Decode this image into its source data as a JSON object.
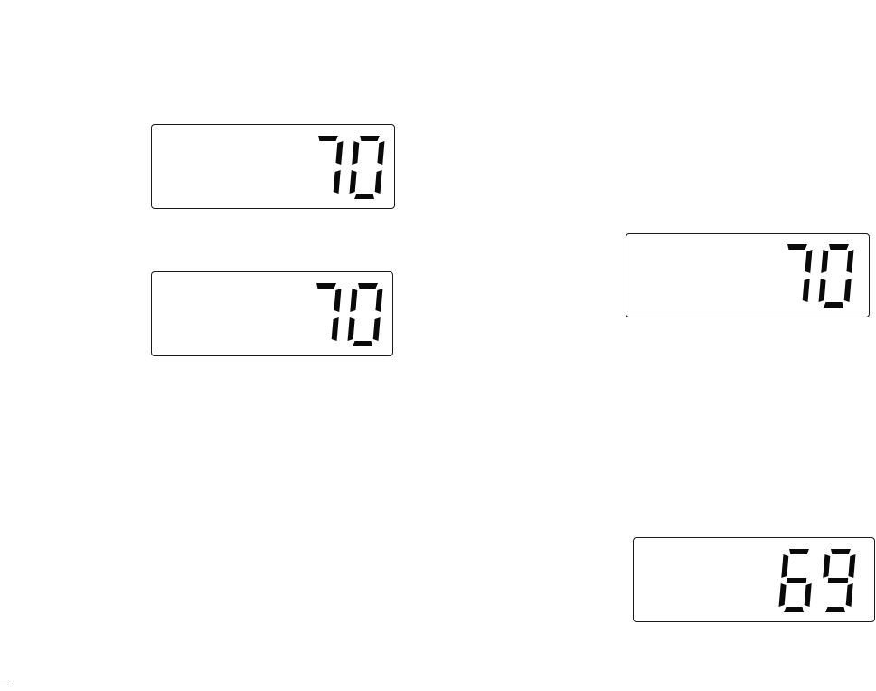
{
  "displays": [
    {
      "id": "display-1",
      "reading": "70"
    },
    {
      "id": "display-2",
      "reading": "70"
    },
    {
      "id": "display-3",
      "reading": "70"
    },
    {
      "id": "display-4",
      "reading": "69"
    }
  ],
  "segment_color": "#0a0a0a",
  "border_color": "#1a1a1a"
}
